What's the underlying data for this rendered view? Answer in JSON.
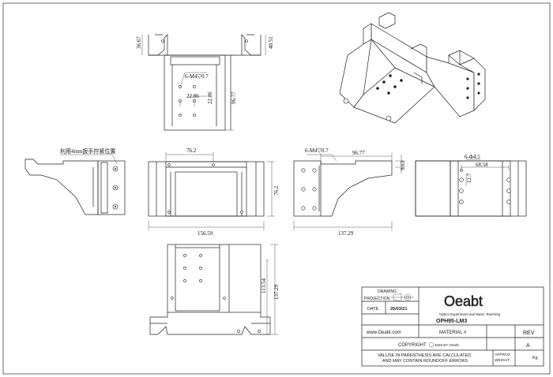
{
  "drawing": {
    "top_view": {
      "dims": [
        "36.67",
        "40.51",
        "6-M4▽0.7",
        "22.86",
        "22.86",
        "96.77"
      ]
    },
    "front_left_view": {
      "note": "利用4mm扳手拧紧位置"
    },
    "front_view": {
      "dims": [
        "76.2",
        "76.2",
        "156.59"
      ]
    },
    "side_view": {
      "dims": [
        "6-M4▽0.7",
        "96.77",
        "9.63",
        "137.29"
      ]
    },
    "right_view": {
      "dims": [
        "6-Φ4.5",
        "68.58",
        "12.7"
      ]
    },
    "bottom_view": {
      "dims": [
        "113.54",
        "137.29"
      ]
    }
  },
  "title_block": {
    "drawing_label": "DRAWING",
    "projection_label": "PROJECTION",
    "date_label": "DATE",
    "date_value": "26/03/21",
    "logo": "Oeabt",
    "company_tagline": "Optics Experiment and Basic Teaching",
    "part_number": "OPH95-LM3",
    "website": "www.Oeabt.com",
    "material_label": "MATERIAL #",
    "rev_label": "REV",
    "rev_value": "A",
    "copyright": "COPYRIGHT",
    "copyright_year": "2028 BY Oeabt",
    "values_note_1": "VALUSE IN PARENTHESIS ARE CALCULATED",
    "values_note_2": "AND MAY CONTAIN ROUNDOFF ERRORS",
    "approx_weight_1": "APPROX",
    "approx_weight_2": "WEIGHT",
    "weight_unit": "Kg"
  }
}
